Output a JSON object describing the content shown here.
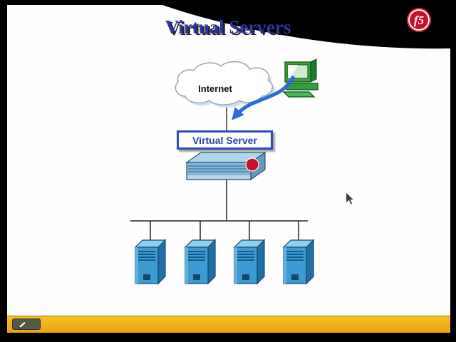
{
  "slide": {
    "title": "Virtual Servers"
  },
  "logo": {
    "text": "f5"
  },
  "diagram": {
    "internet_label": "Internet",
    "virtual_server_label": "Virtual Server",
    "server_count": 4,
    "icons": {
      "cloud": "internet-cloud-icon",
      "client": "client-computer-icon",
      "appliance": "bigip-appliance-icon",
      "appliance_badge": "f5-ball-icon",
      "servers": "server-tower-icon"
    }
  },
  "toolbar": {
    "pen_tool": "annotation-pen"
  },
  "colors": {
    "title_blue": "#2d35a8",
    "label_blue": "#2d3fae",
    "box_border_blue": "#2e4db5",
    "f5_red": "#c8102e",
    "arrow_blue": "#2f6bd8",
    "server_blue": "#3d9bd1",
    "toolbar_gold": "#f2b01e",
    "background_black": "#000000",
    "slide_white": "#fefefe"
  }
}
